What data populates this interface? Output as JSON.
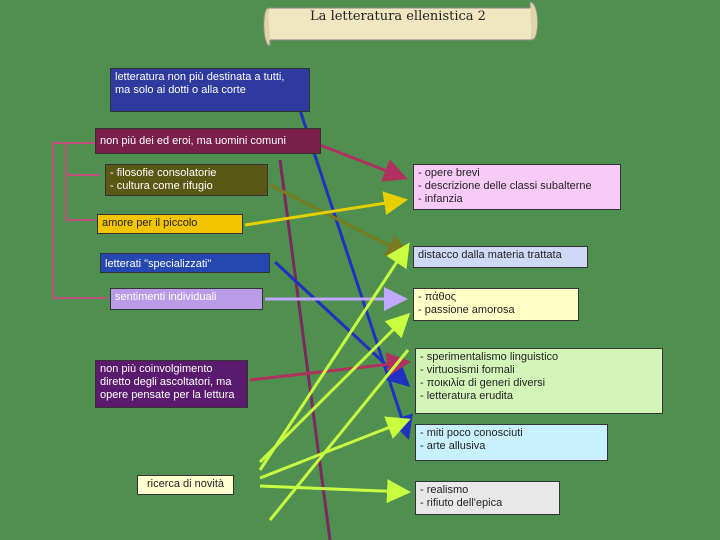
{
  "title": "La letteratura ellenistica 2",
  "left": {
    "b1": "letteratura non più destinata a tutti,\nma solo ai dotti o alla corte",
    "b2": "non più dei ed eroi, ma uomini comuni",
    "b3": "- filosofie consolatorie\n- cultura come rifugio",
    "b4": "amore per il piccolo",
    "b5": "letterati \"specializzati\"",
    "b6": "sentimenti individuali",
    "b7": "non più coinvolgimento\ndiretto degli ascoltatori, ma\nopere pensate per la lettura",
    "b8": "ricerca di novità"
  },
  "right": {
    "r1": "- opere brevi\n- descrizione delle classi subalterne\n- infanzia",
    "r2": "distacco dalla materia trattata",
    "r3": "- πάθος\n- passione amorosa",
    "r4": "- sperimentalismo linguistico\n- virtuosismi formali\n- ποικιλία di generi diversi\n- letteratura erudita",
    "r5": "- miti poco conosciuti\n- arte allusiva",
    "r6": "- realismo\n- rifiuto dell'epica"
  },
  "colors": {
    "background": "#4f8f4f",
    "b1": "#2e3a9e",
    "b2": "#7a1f4a",
    "b3": "#595814",
    "b4": "#f3c400",
    "b5": "#2547b0",
    "b6": "#b99be8",
    "b7": "#5a1a6e",
    "b8": "#ffffd0",
    "r1": "#f8caf8",
    "r2": "#cdd9f5",
    "r3": "#ffffc8",
    "r4": "#d4f5b8",
    "r5": "#c8f0ff",
    "r6": "#e8e8e8",
    "arrow_crimson": "#b03060",
    "arrow_blue": "#2030c0",
    "arrow_olive": "#7a7a20",
    "arrow_yellow": "#e8d000",
    "arrow_lavender": "#c0a8ff",
    "arrow_lime": "#c8ff40",
    "bracket": "#c05080"
  }
}
